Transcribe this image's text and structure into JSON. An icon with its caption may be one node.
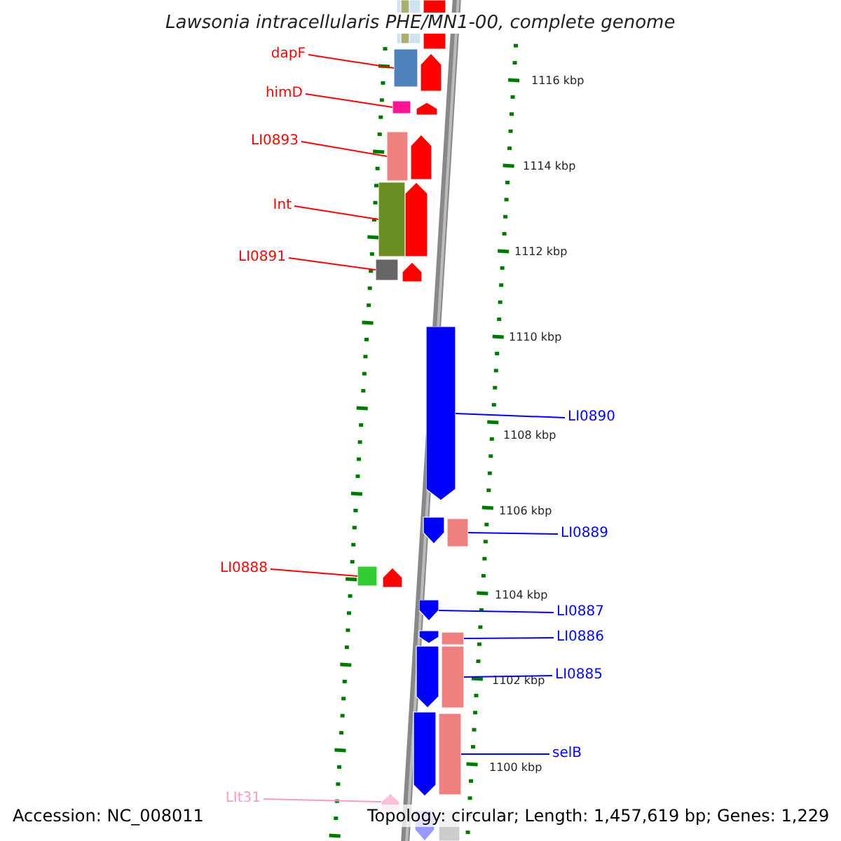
{
  "diagram": {
    "title": "Lawsonia intracellularis PHE/MN1-00, complete genome",
    "nodes": [
      {
        "text": [
          "dapF"
        ]
      },
      {
        "text": [],
        "shape": "box"
      },
      {
        "text": [
          "himD"
        ]
      },
      {
        "text": [],
        "shape": "box"
      },
      {
        "text": [
          "LI0893"
        ]
      },
      {
        "text": [],
        "shape": "box"
      },
      {
        "text": [
          "Int"
        ]
      },
      {
        "text": [],
        "shape": "box"
      },
      {
        "text": [
          "LI0891"
        ]
      },
      {
        "text": [],
        "shape": "box"
      },
      {
        "text": [
          "LI0890"
        ]
      },
      {
        "text": [],
        "shape": "arrow"
      },
      {
        "text": [
          "LI0889"
        ]
      },
      {
        "text": [],
        "shape": "box"
      },
      {
        "text": [
          "LI0888"
        ]
      },
      {
        "text": [],
        "shape": "box"
      },
      {
        "text": [
          "LI0887"
        ]
      },
      {
        "text": [],
        "shape": "arrow"
      },
      {
        "text": [
          "LI0886"
        ]
      },
      {
        "text": [],
        "shape": "box"
      },
      {
        "text": [
          "LI0885"
        ]
      },
      {
        "text": [],
        "shape": "box"
      },
      {
        "text": [
          "selB"
        ]
      },
      {
        "text": [],
        "shape": "box"
      },
      {
        "text": [
          "LIt31"
        ]
      },
      {
        "text": [],
        "shape": "arrow"
      }
    ],
    "edges": [
      {
        "from": 0,
        "to": 1,
        "arrow": "none",
        "color": "#ff0000"
      },
      {
        "from": 2,
        "to": 3,
        "arrow": "none",
        "color": "#ff0000"
      },
      {
        "from": 4,
        "to": 5,
        "arrow": "none",
        "color": "#ff0000"
      },
      {
        "from": 6,
        "to": 7,
        "arrow": "none",
        "color": "#ff0000"
      },
      {
        "from": 8,
        "to": 9,
        "arrow": "none",
        "color": "#ff0000"
      },
      {
        "from": 10,
        "to": 11,
        "arrow": "none",
        "color": "#0000ff"
      },
      {
        "from": 12,
        "to": 13,
        "arrow": "none",
        "color": "#0000ff"
      },
      {
        "from": 14,
        "to": 15,
        "arrow": "none",
        "color": "#ff0000"
      },
      {
        "from": 16,
        "to": 17,
        "arrow": "none",
        "color": "#0000ff"
      },
      {
        "from": 18,
        "to": 19,
        "arrow": "none",
        "color": "#0000ff"
      },
      {
        "from": 20,
        "to": 21,
        "arrow": "none",
        "color": "#0000ff"
      },
      {
        "from": 22,
        "to": 23,
        "arrow": "none",
        "color": "#0000ff"
      },
      {
        "from": 24,
        "to": 25,
        "arrow": "none",
        "color": "#ff99cc"
      }
    ],
    "labels": [
      "1116 kbp",
      "1114 kbp",
      "1112 kbp",
      "1110 kbp",
      "1108 kbp",
      "1106 kbp",
      "1104 kbp",
      "1102 kbp",
      "1100 kbp",
      "Accession: NC_008011",
      "Topology: circular; Length: 1,457,619 bp; Genes: 1,229"
    ]
  }
}
